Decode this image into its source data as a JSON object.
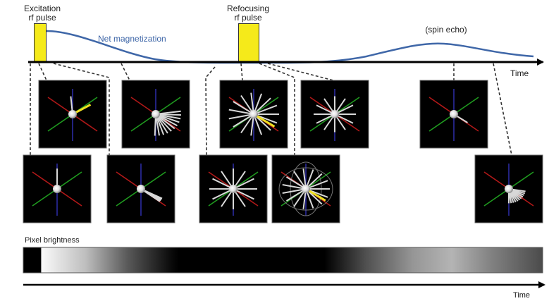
{
  "labels": {
    "excitation_line1": "Excitation",
    "excitation_line2": "rf pulse",
    "refocusing_line1": "Refocusing",
    "refocusing_line2": "rf pulse",
    "net_magnetization": "Net magnetization",
    "spin_echo": "(spin echo)",
    "time_top": "Time",
    "pixel_brightness": "Pixel brightness",
    "time_bottom": "Time"
  },
  "colors": {
    "pulse": "#f5ea1a",
    "curve": "#3f67a8",
    "axis_x": "#b01818",
    "axis_y": "#1f9a1f",
    "axis_z": "#2a2aa0",
    "spin": "#d8d8d8",
    "highlight_spin": "#f0e020"
  },
  "panels": [
    {
      "id": "p1",
      "spins": [
        -95
      ],
      "spin_len": 30,
      "highlight": -32
    },
    {
      "id": "p2",
      "fan": [
        -8,
        100,
        10
      ],
      "spin_len": 36
    },
    {
      "id": "p3",
      "fan": [
        0,
        360,
        24
      ],
      "spin_len": 36,
      "highlight": 35
    },
    {
      "id": "p4",
      "fan": [
        0,
        360,
        30
      ],
      "spin_len": 30
    },
    {
      "id": "p5",
      "spins": [
        36
      ],
      "spin_len": 24
    },
    {
      "id": "p6",
      "spins": [
        -90
      ],
      "spin_len": 34
    },
    {
      "id": "p7",
      "fan": [
        28,
        40,
        2
      ],
      "spin_len": 34
    },
    {
      "id": "p8",
      "fan": [
        0,
        360,
        30
      ],
      "spin_len": 34
    },
    {
      "id": "p9",
      "fan": [
        0,
        360,
        24
      ],
      "spin_len": 34,
      "highlight": 35,
      "orbits": true
    },
    {
      "id": "p10",
      "fan": [
        10,
        92,
        8
      ],
      "spin_len": 24
    }
  ],
  "brightness_stops": [
    {
      "t": 0.0,
      "v": 0
    },
    {
      "t": 0.034,
      "v": 0
    },
    {
      "t": 0.035,
      "v": 250
    },
    {
      "t": 0.12,
      "v": 190
    },
    {
      "t": 0.2,
      "v": 90
    },
    {
      "t": 0.285,
      "v": 10
    },
    {
      "t": 0.3,
      "v": 0
    },
    {
      "t": 0.58,
      "v": 0
    },
    {
      "t": 0.66,
      "v": 80
    },
    {
      "t": 0.75,
      "v": 150
    },
    {
      "t": 0.825,
      "v": 180
    },
    {
      "t": 0.9,
      "v": 130
    },
    {
      "t": 1.0,
      "v": 75
    }
  ]
}
